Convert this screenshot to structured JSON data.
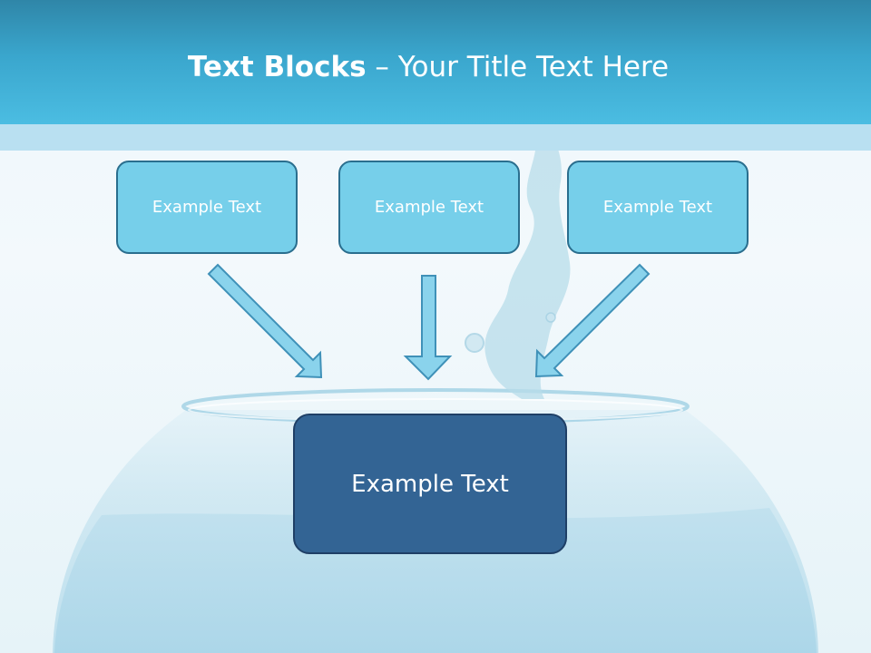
{
  "slide": {
    "title_bold": "Text Blocks",
    "title_dash": " – ",
    "title_rest": "Your Title Text Here"
  },
  "boxes": {
    "top": [
      "Example Text",
      "Example Text",
      "Example Text"
    ],
    "center": "Example Text"
  },
  "colors": {
    "header": "#3aa6cd",
    "small_box_fill": "#76cfea",
    "center_box_fill": "#336494",
    "arrow_fill": "#8ad3ec",
    "arrow_stroke": "#3f91b8"
  }
}
